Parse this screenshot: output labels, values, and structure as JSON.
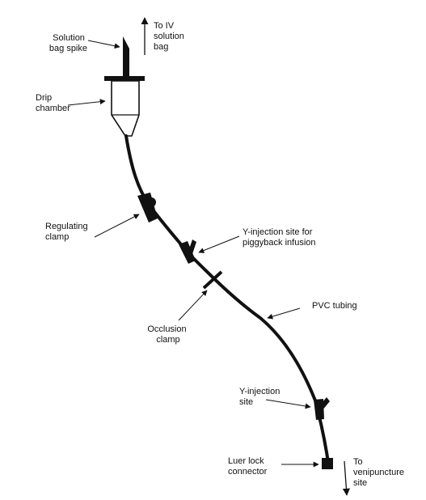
{
  "labels": {
    "solution_bag_spike": [
      "Solution",
      "bag spike"
    ],
    "to_iv_bag": [
      "To IV",
      "solution",
      "bag"
    ],
    "drip_chamber": [
      "Drip",
      "chamber"
    ],
    "regulating_clamp": [
      "Regulating",
      "clamp"
    ],
    "y_injection_piggyback": [
      "Y-injection site for",
      "piggyback infusion"
    ],
    "occlusion_clamp": [
      "Occlusion",
      "clamp"
    ],
    "pvc_tubing": [
      "PVC tubing"
    ],
    "y_injection_site": [
      "Y-injection",
      "site"
    ],
    "luer_lock_connector": [
      "Luer lock",
      "connector"
    ],
    "to_venipuncture": [
      "To",
      "venipuncture",
      "site"
    ]
  },
  "colors": {
    "ink": "#111111",
    "background": "#ffffff"
  }
}
